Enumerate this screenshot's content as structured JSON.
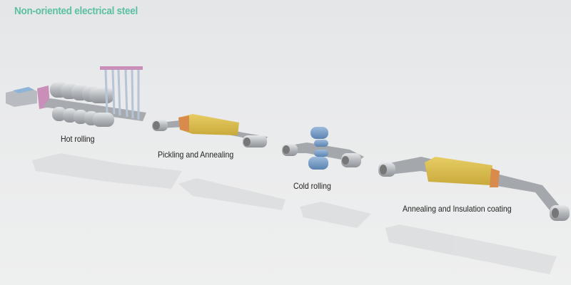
{
  "title": "Non-oriented electrical steel",
  "stages": [
    {
      "id": "hot-rolling",
      "label": "Hot rolling"
    },
    {
      "id": "pickling-annealing",
      "label": "Pickling and Annealing"
    },
    {
      "id": "cold-rolling",
      "label": "Cold rolling"
    },
    {
      "id": "annealing-insulation",
      "label": "Annealing and Insulation coating"
    }
  ],
  "colors": {
    "title": "#5bbfa3",
    "furnace_yellow": "#d9bd4e",
    "furnace_orange": "#d98b4e",
    "roll_blue": "#6f96c4",
    "steel_grey": "#a9adb1",
    "stand_pink": "#c98fb8"
  }
}
